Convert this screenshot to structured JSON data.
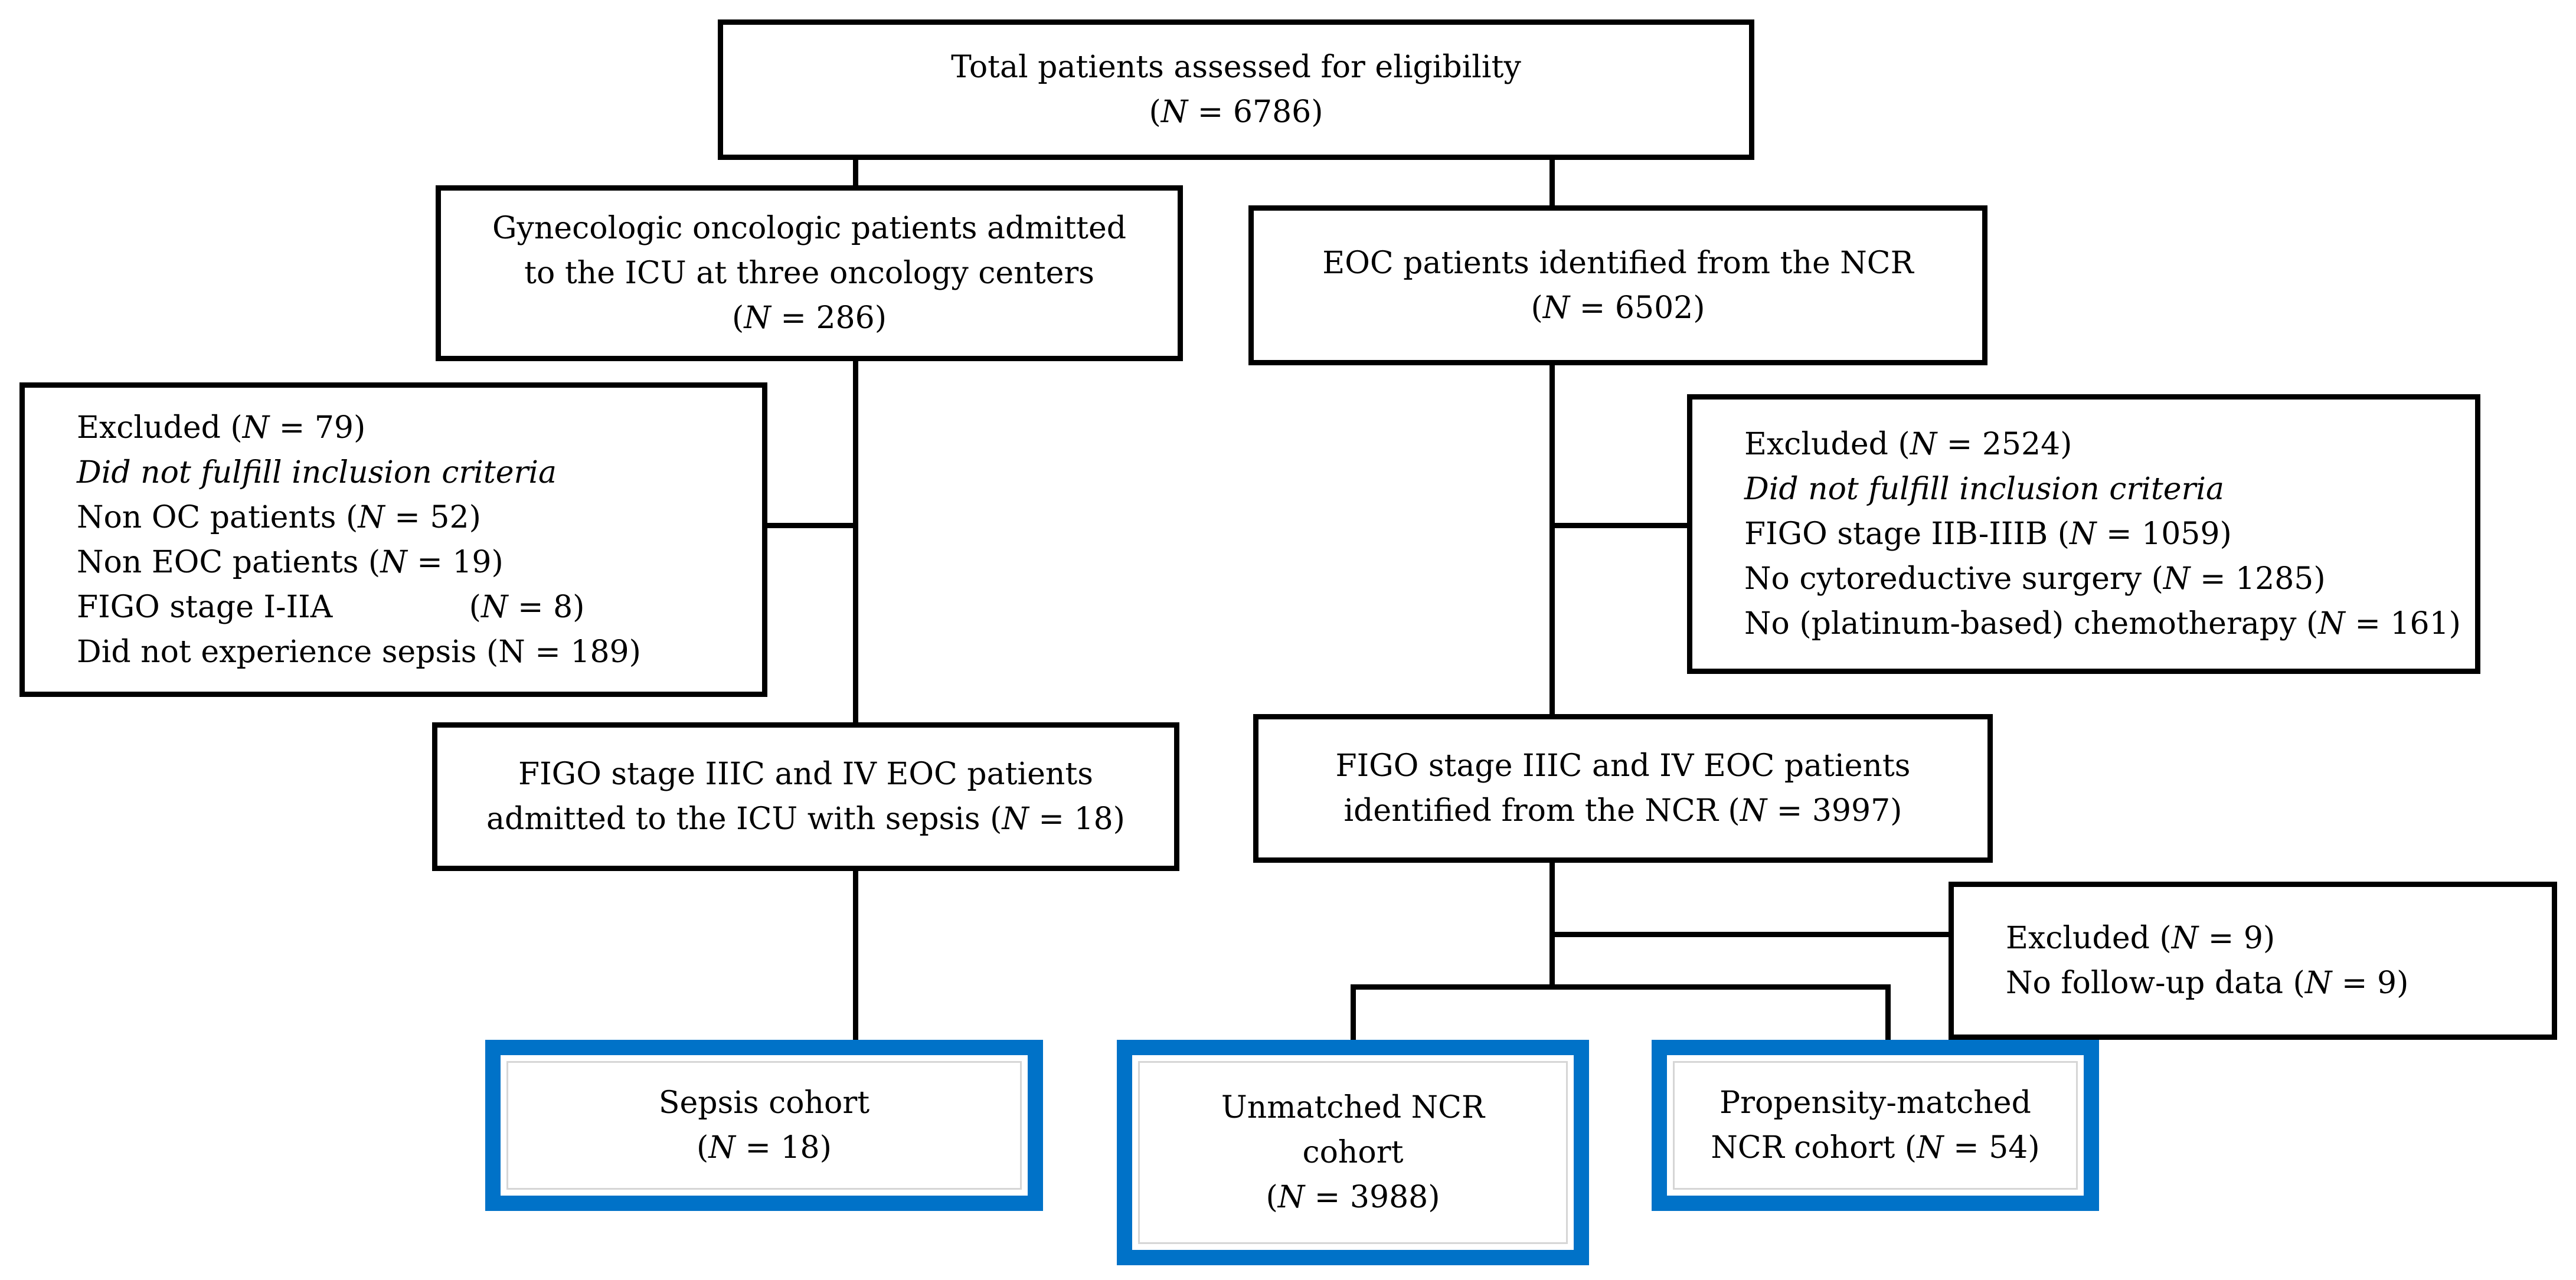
{
  "figure": {
    "type": "consort-flow-diagram",
    "colors": {
      "line": "#000000",
      "box_border": "#000000",
      "cohort_highlight": "#0072C8",
      "background": "#FFFFFF",
      "text": "#000000"
    },
    "boxes": {
      "total": {
        "lines": [
          [
            {
              "t": "Total patients assessed for eligibility"
            }
          ],
          [
            {
              "t": "("
            },
            {
              "t": "N",
              "i": true
            },
            {
              "t": " = 6786)"
            }
          ]
        ]
      },
      "icu_admitted": {
        "lines": [
          [
            {
              "t": "Gynecologic oncologic patients admitted"
            }
          ],
          [
            {
              "t": "to the ICU at three oncology centers"
            }
          ],
          [
            {
              "t": "("
            },
            {
              "t": "N",
              "i": true
            },
            {
              "t": " = 286)"
            }
          ]
        ]
      },
      "ncr_identified": {
        "lines": [
          [
            {
              "t": "EOC patients identified from the NCR"
            }
          ],
          [
            {
              "t": "("
            },
            {
              "t": "N",
              "i": true
            },
            {
              "t": " = 6502)"
            }
          ]
        ]
      },
      "icu_excluded": {
        "lines": [
          [
            {
              "t": "Excluded ("
            },
            {
              "t": "N",
              "i": true
            },
            {
              "t": " = 79)"
            }
          ],
          [
            {
              "t": "Did not fulfill inclusion criteria",
              "i": true
            }
          ],
          [
            {
              "t": "Non OC patients ("
            },
            {
              "t": "N",
              "i": true
            },
            {
              "t": " = 52)"
            }
          ],
          [
            {
              "t": "Non EOC patients ("
            },
            {
              "t": "N",
              "i": true
            },
            {
              "t": " = 19)"
            }
          ],
          [
            {
              "t": "FIGO stage I-IIA              ("
            },
            {
              "t": "N",
              "i": true
            },
            {
              "t": " = 8)"
            }
          ],
          [
            {
              "t": "Did not experience sepsis (N = 189)"
            }
          ]
        ]
      },
      "ncr_excluded": {
        "lines": [
          [
            {
              "t": "Excluded ("
            },
            {
              "t": "N",
              "i": true
            },
            {
              "t": " = 2524)"
            }
          ],
          [
            {
              "t": "Did not fulfill inclusion criteria",
              "i": true
            }
          ],
          [
            {
              "t": "FIGO stage IIB-IIIB ("
            },
            {
              "t": "N",
              "i": true
            },
            {
              "t": " = 1059)"
            }
          ],
          [
            {
              "t": "No cytoreductive surgery ("
            },
            {
              "t": "N",
              "i": true
            },
            {
              "t": " = 1285)"
            }
          ],
          [
            {
              "t": "No (platinum-based) chemotherapy ("
            },
            {
              "t": "N",
              "i": true
            },
            {
              "t": " = 161)"
            }
          ]
        ]
      },
      "icu_figo_sepsis": {
        "lines": [
          [
            {
              "t": "FIGO stage IIIC and IV EOC patients"
            }
          ],
          [
            {
              "t": "admitted to the ICU with sepsis ("
            },
            {
              "t": "N",
              "i": true
            },
            {
              "t": " = 18)"
            }
          ]
        ]
      },
      "ncr_figo": {
        "lines": [
          [
            {
              "t": "FIGO stage IIIC and IV EOC patients"
            }
          ],
          [
            {
              "t": "identified from the NCR ("
            },
            {
              "t": "N",
              "i": true
            },
            {
              "t": " = 3997)"
            }
          ]
        ]
      },
      "followup_excluded": {
        "lines": [
          [
            {
              "t": "Excluded ("
            },
            {
              "t": "N",
              "i": true
            },
            {
              "t": " = 9)"
            }
          ],
          [
            {
              "t": "No follow-up data ("
            },
            {
              "t": "N",
              "i": true
            },
            {
              "t": " = 9)"
            }
          ]
        ]
      },
      "sepsis_cohort": {
        "lines": [
          [
            {
              "t": "Sepsis cohort"
            }
          ],
          [
            {
              "t": "("
            },
            {
              "t": "N",
              "i": true
            },
            {
              "t": " = 18)"
            }
          ]
        ]
      },
      "unmatched_cohort": {
        "lines": [
          [
            {
              "t": "Unmatched NCR"
            }
          ],
          [
            {
              "t": "cohort"
            }
          ],
          [
            {
              "t": "("
            },
            {
              "t": "N",
              "i": true
            },
            {
              "t": " = 3988)"
            }
          ]
        ]
      },
      "matched_cohort": {
        "lines": [
          [
            {
              "t": "Propensity-matched"
            }
          ],
          [
            {
              "t": "NCR cohort ("
            },
            {
              "t": "N",
              "i": true
            },
            {
              "t": " = 54)"
            }
          ]
        ]
      }
    }
  }
}
